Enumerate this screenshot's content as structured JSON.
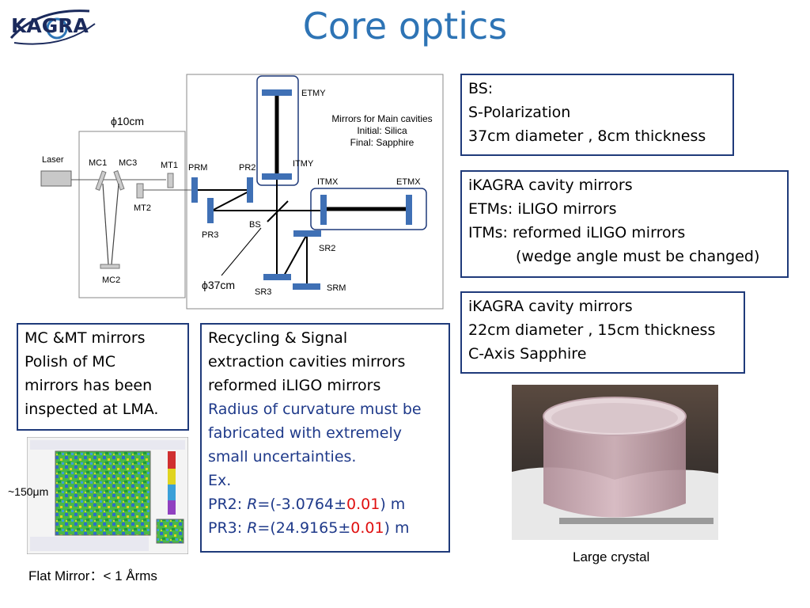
{
  "logo": {
    "text": "KAGRA"
  },
  "title": "Core optics",
  "diagram": {
    "phi10": "ϕ10cm",
    "phi37": "ϕ37cm",
    "laser": "Laser",
    "mc1": "MC1",
    "mc3": "MC3",
    "mt1": "MT1",
    "mt2": "MT2",
    "mc2": "MC2",
    "prm": "PRM",
    "pr2": "PR2",
    "pr3": "PR3",
    "bs": "BS",
    "itmy": "ITMY",
    "etmy": "ETMY",
    "itmx": "ITMX",
    "etmx": "ETMX",
    "sr2": "SR2",
    "sr3": "SR3",
    "srm": "SRM",
    "note_line1": "Mirrors for Main cavities",
    "note_line2": "Initial: Silica",
    "note_line3": "Final: Sapphire"
  },
  "bs_box": {
    "line1": "BS:",
    "line2": "S-Polarization",
    "line3": "37cm diameter , 8cm thickness"
  },
  "ikagra_box": {
    "line1": "iKAGRA cavity mirrors",
    "line2": "ETMs: iLIGO mirrors",
    "line3": "ITMs: reformed iLIGO mirrors",
    "line4": "(wedge angle must be changed)"
  },
  "crystal_box": {
    "line1": "iKAGRA cavity mirrors",
    "line2": "22cm diameter , 15cm thickness",
    "line3": "C-Axis Sapphire"
  },
  "mc_box": {
    "line1": "MC &MT mirrors",
    "line2": "Polish of MC",
    "line3": "mirrors has been",
    "line4": "inspected at LMA."
  },
  "rec_box": {
    "line1": "Recycling & Signal",
    "line2": "extraction cavities mirrors",
    "line3": "reformed iLIGO mirrors",
    "line4": "Radius of curvature must be",
    "line5": "fabricated with extremely",
    "line6": "small uncertainties.",
    "line7": "Ex.",
    "pr2_label": "PR2: ",
    "pr2_r": "R",
    "pr2_value": "=(-3.0764",
    "pr2_pm": "±",
    "pr2_err": "0.01",
    "pr2_unit": ") m",
    "pr3_label": "PR3: ",
    "pr3_r": "R",
    "pr3_value": "=(24.9165",
    "pr3_pm": "±",
    "pr3_err": "0.01",
    "pr3_unit": ") m"
  },
  "surface_map": {
    "scale_label": "~150μm"
  },
  "captions": {
    "flat_mirror": "Flat Mirror：< 1 Årms",
    "large_crystal": "Large crystal"
  },
  "colors": {
    "title": "#2e74b5",
    "box_border": "#1f3a7a",
    "mirror": "#3f70b5",
    "emphasis": "#e01010"
  }
}
